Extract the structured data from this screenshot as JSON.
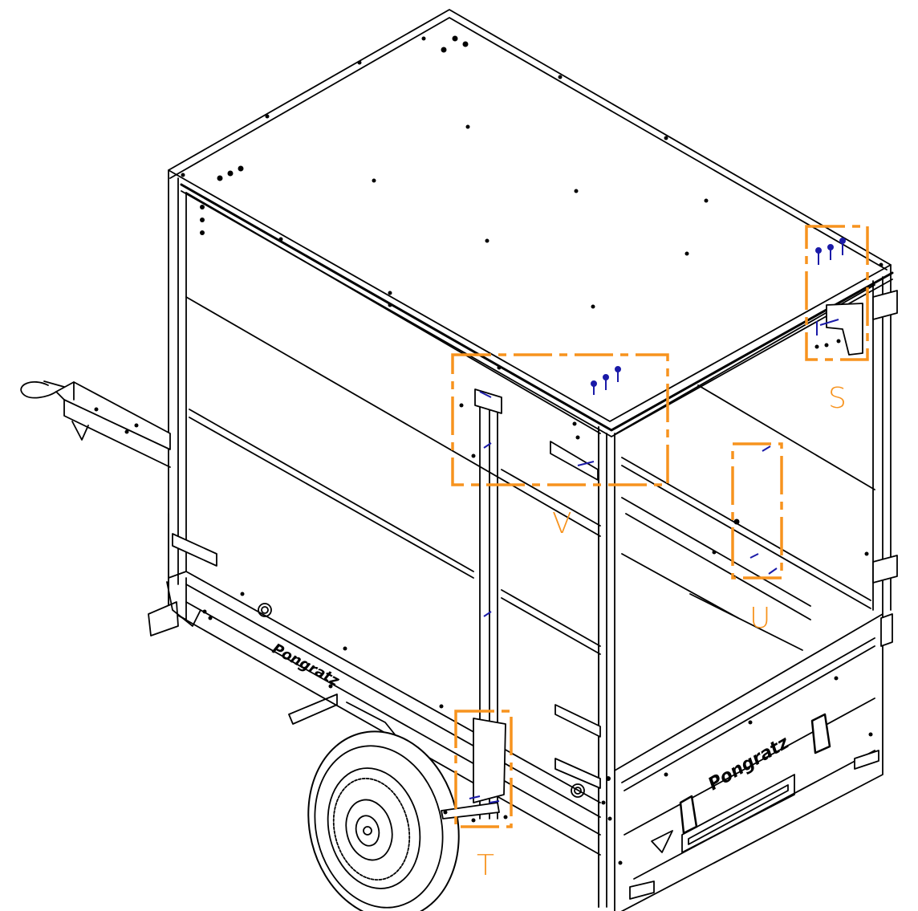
{
  "diagram": {
    "brand": "Pongratz",
    "callouts": [
      {
        "id": "S",
        "label": "S"
      },
      {
        "id": "T",
        "label": "T"
      },
      {
        "id": "U",
        "label": "U"
      },
      {
        "id": "V",
        "label": "V"
      }
    ]
  },
  "colors": {
    "line": "#000000",
    "callout": "#f7931e",
    "fastener": "#1a1aa8",
    "background": "#ffffff"
  }
}
